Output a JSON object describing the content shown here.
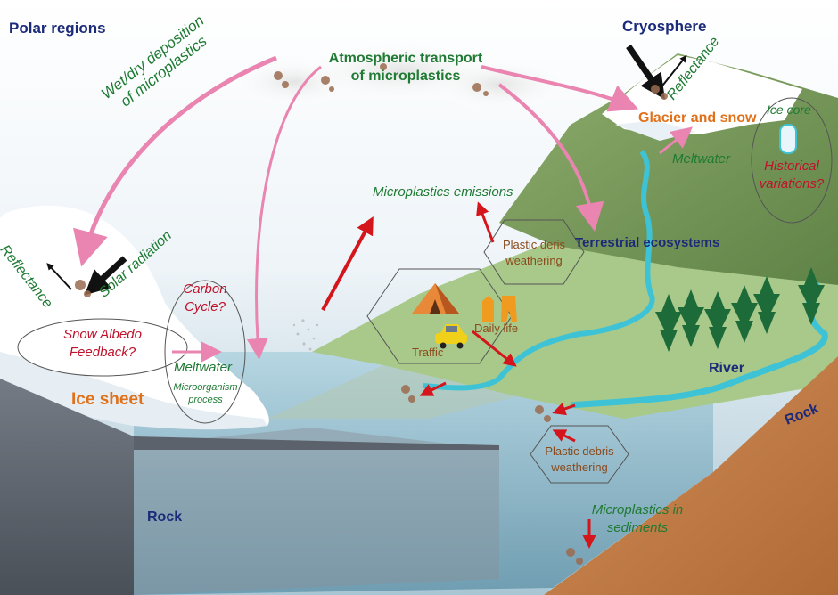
{
  "labels": {
    "polar_regions": "Polar regions",
    "cryosphere": "Cryosphere",
    "atmospheric_transport_1": "Atmospheric transport",
    "atmospheric_transport_2": "of microplastics",
    "wet_dry_1": "Wet/dry deposition",
    "wet_dry_2": "of microplastics",
    "reflectance_top": "Reflectance",
    "glacier_snow": "Glacier and snow",
    "ice_core": "Ice core",
    "historical_1": "Historical",
    "historical_2": "variations?",
    "meltwater_top": "Meltwater",
    "microplastics_emissions": "Microplastics emissions",
    "plastic_deris_1": "Plastic deris",
    "plastic_deris_2": "weathering",
    "terrestrial": "Terrestrial ecosystems",
    "reflectance_left": "Reflectance",
    "solar_radiation": "Solar radiation",
    "carbon_1": "Carbon",
    "carbon_2": "Cycle?",
    "snow_albedo_1": "Snow Albedo",
    "snow_albedo_2": "Feedback?",
    "daily_life": "Daily life",
    "traffic": "Traffic",
    "meltwater_left": "Meltwater",
    "microorganism_1": "Microorganism",
    "microorganism_2": "process",
    "ice_sheet": "Ice sheet",
    "river": "River",
    "rock_right": "Rock",
    "plastic_debris_1": "Plastic debris",
    "plastic_debris_2": "weathering",
    "rock_left": "Rock",
    "sediments_1": "Microplastics in",
    "sediments_2": "sediments"
  },
  "colors": {
    "navy": "#1c2a7a",
    "green_text": "#1f7a33",
    "orange": "#e0711b",
    "red_text": "#c0122b",
    "pink_arrow": "#e985b0",
    "red_arrow": "#d4151b",
    "river": "#3ec3d6",
    "terrain": "#a9c98a",
    "water": "#9cc7d6"
  }
}
